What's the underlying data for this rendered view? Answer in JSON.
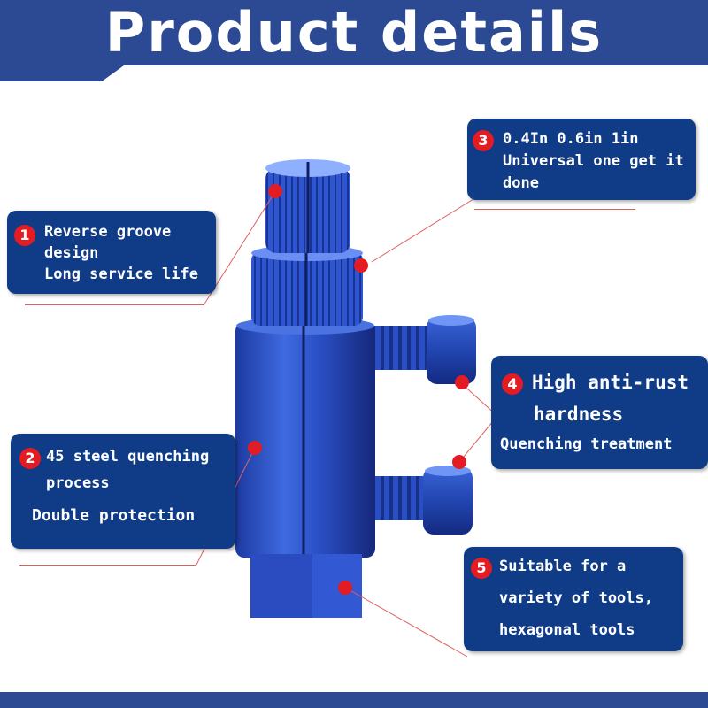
{
  "title": "Product details",
  "colors": {
    "brand": "#2b4a93",
    "callout": "#103b86",
    "accent": "#e31b23",
    "product": "#2f55c9"
  },
  "callouts": [
    {
      "number": "1",
      "lines": [
        "Reverse groove",
        "design",
        "Long service life"
      ]
    },
    {
      "number": "2",
      "lines": [
        "45 steel quenching",
        "process",
        "Double protection"
      ]
    },
    {
      "number": "3",
      "lines": [
        "0.4In 0.6in 1in",
        "Universal one get it",
        "done"
      ]
    },
    {
      "number": "4",
      "lines": [
        "High anti-rust",
        "hardness",
        "Quenching treatment"
      ]
    },
    {
      "number": "5",
      "lines": [
        "Suitable for a",
        "variety of tools,",
        "hexagonal tools"
      ]
    }
  ]
}
